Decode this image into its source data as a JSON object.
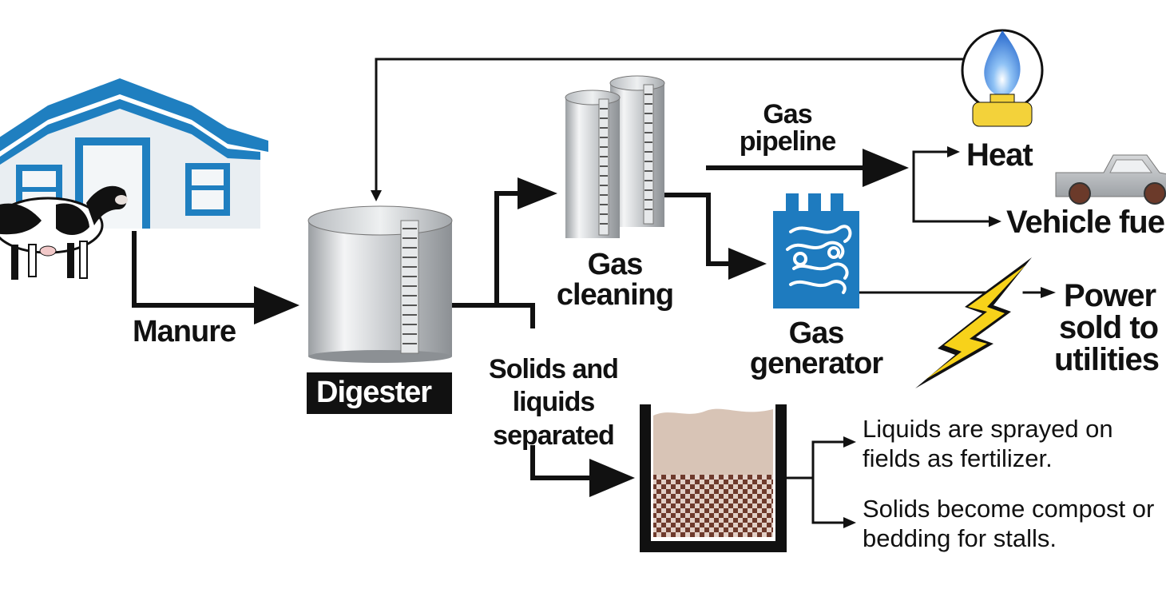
{
  "labels": {
    "manure": "Manure",
    "digester": "Digester",
    "gas_cleaning_1": "Gas",
    "gas_cleaning_2": "cleaning",
    "gas_pipeline_1": "Gas",
    "gas_pipeline_2": "pipeline",
    "heat": "Heat",
    "vehicle_fuel": "Vehicle fuel",
    "gas_generator_1": "Gas",
    "gas_generator_2": "generator",
    "power_1": "Power",
    "power_2": "sold to",
    "power_3": "utilities",
    "solids_1": "Solids and",
    "solids_2": "liquids",
    "solids_3": "separated",
    "liquids_1": "Liquids are sprayed on",
    "liquids_2": "fields as fertilizer.",
    "compost_1": "Solids become compost or",
    "compost_2": "bedding for stalls."
  },
  "icons": {
    "barn": "barn-icon",
    "cow": "cow-icon",
    "digester": "digester-tank-icon",
    "gas_cleaning": "gas-cleaning-tanks-icon",
    "flame": "gas-flame-icon",
    "truck": "pickup-truck-icon",
    "generator": "gas-generator-icon",
    "lightning": "lightning-bolt-icon",
    "separator": "separation-tank-icon"
  },
  "colors": {
    "barn_blue": "#1f7fc0",
    "generator_blue": "#1e7bbf",
    "flame_blue": "#3a7fd6",
    "valve_yellow": "#f3d23a",
    "bolt_yellow": "#f7d21a",
    "truck_gray": "#b9bcc0",
    "liquid_tan": "#d8c4b6",
    "solid_brown": "#6e3a2c"
  }
}
